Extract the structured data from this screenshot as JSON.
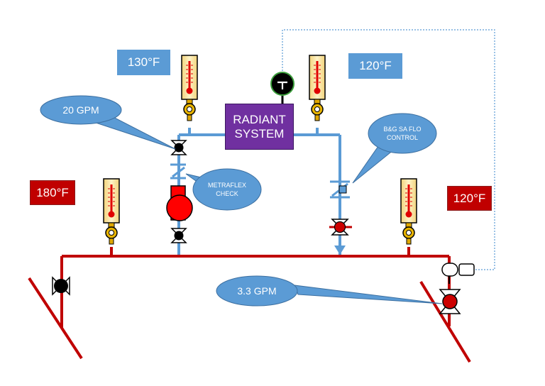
{
  "temps": {
    "top_left": "130°F",
    "top_right": "120°F",
    "left": "180°F",
    "right": "120°F"
  },
  "radiant_system": {
    "line1": "RADIANT",
    "line2": "SYSTEM"
  },
  "callouts": {
    "flow_20": "20 GPM",
    "metraflex_line1": "METRAFLEX",
    "metraflex_line2": "CHECK",
    "bg_line1": "B&G SA FLO",
    "bg_line2": "CONTROL",
    "flow_3_3": "3.3 GPM"
  },
  "colors": {
    "supply_pipe": "#c00000",
    "loop_pipe": "#5b9bd5",
    "callout": "#5b9bd5",
    "pump": "#ff0000",
    "radiant": "#7030a0",
    "control_wire": "#5b9bd5"
  },
  "icons": [
    "thermometer-icon",
    "gauge-icon",
    "ball-valve-icon",
    "check-valve-icon",
    "circulator-pump-icon",
    "mixing-valve-icon",
    "actuator-icon"
  ]
}
